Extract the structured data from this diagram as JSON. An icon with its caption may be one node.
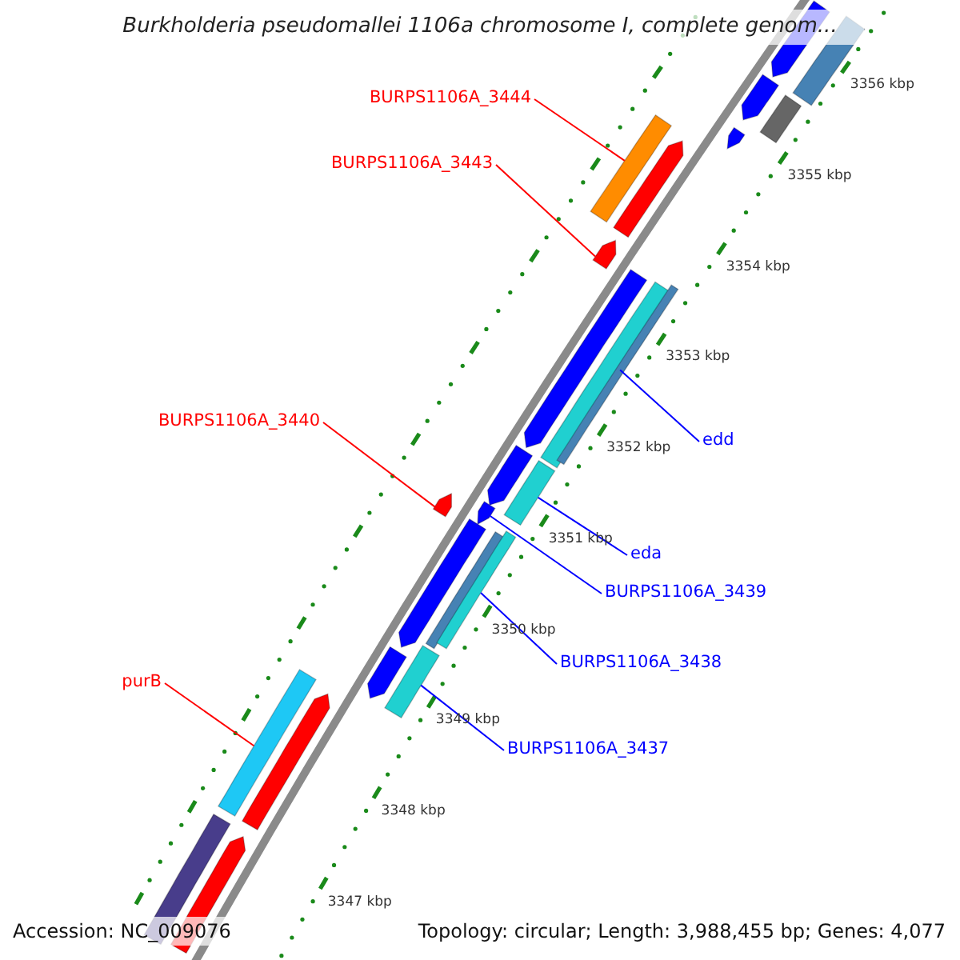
{
  "diagram": {
    "title": "Burkholderia pseudomallei 1106a chromosome I, complete genom...",
    "nodes": [
      {
        "text": [
          "BURPS1106A_3444"
        ]
      },
      {
        "text": [
          "BURPS1106A_3443"
        ]
      },
      {
        "text": [
          "BURPS1106A_3440"
        ]
      },
      {
        "text": [
          "purB"
        ]
      },
      {
        "text": [
          "edd"
        ]
      },
      {
        "text": [
          "eda"
        ]
      },
      {
        "text": [
          "BURPS1106A_3439"
        ]
      },
      {
        "text": [
          "BURPS1106A_3438"
        ]
      },
      {
        "text": [
          "BURPS1106A_3437"
        ]
      },
      {
        "text": [],
        "shape": "bar"
      },
      {
        "text": [],
        "shape": "bar"
      },
      {
        "text": [],
        "shape": "bar"
      },
      {
        "text": [],
        "shape": "bar"
      },
      {
        "text": [],
        "shape": "bar"
      },
      {
        "text": [],
        "shape": "bar"
      },
      {
        "text": [],
        "shape": "bar"
      },
      {
        "text": [],
        "shape": "bar"
      },
      {
        "text": [],
        "shape": "bar"
      },
      {
        "text": [],
        "shape": "bar"
      },
      {
        "text": [],
        "shape": "bar"
      },
      {
        "text": [],
        "shape": "bar"
      },
      {
        "text": [],
        "shape": "bar"
      },
      {
        "text": [],
        "shape": "bar"
      },
      {
        "text": [],
        "shape": "bar"
      },
      {
        "text": [],
        "shape": "bar"
      },
      {
        "text": [],
        "shape": "bar"
      },
      {
        "text": [],
        "shape": "bar"
      },
      {
        "text": [],
        "shape": "bar"
      },
      {
        "text": [],
        "shape": "bar"
      },
      {
        "text": [],
        "shape": "bar"
      },
      {
        "text": [],
        "shape": "bar"
      },
      {
        "text": [],
        "shape": "bar"
      },
      {
        "text": [],
        "shape": "bar"
      }
    ],
    "edges": [
      {
        "from": 0,
        "to": 13,
        "arrow": "none",
        "color": "#ff0000"
      },
      {
        "from": 1,
        "to": 16,
        "arrow": "none",
        "color": "#ff0000"
      },
      {
        "from": 2,
        "to": 22,
        "arrow": "none",
        "color": "#ff0000"
      },
      {
        "from": 3,
        "to": 29,
        "arrow": "none",
        "color": "#ff0000"
      },
      {
        "from": 4,
        "to": 18,
        "arrow": "none"
      },
      {
        "from": 5,
        "to": 21,
        "arrow": "none"
      },
      {
        "from": 6,
        "to": 23,
        "arrow": "none"
      },
      {
        "from": 7,
        "to": 26,
        "arrow": "none"
      },
      {
        "from": 8,
        "to": 28,
        "arrow": "none"
      }
    ],
    "labels": [
      "3356 kbp",
      "3355 kbp",
      "3354 kbp",
      "3353 kbp",
      "3352 kbp",
      "3351 kbp",
      "3350 kbp",
      "3349 kbp",
      "3348 kbp",
      "3347 kbp",
      "Accession: NC_009076",
      "Topology: circular; Length: 3,988,455 bp; Genes: 4,077"
    ]
  }
}
